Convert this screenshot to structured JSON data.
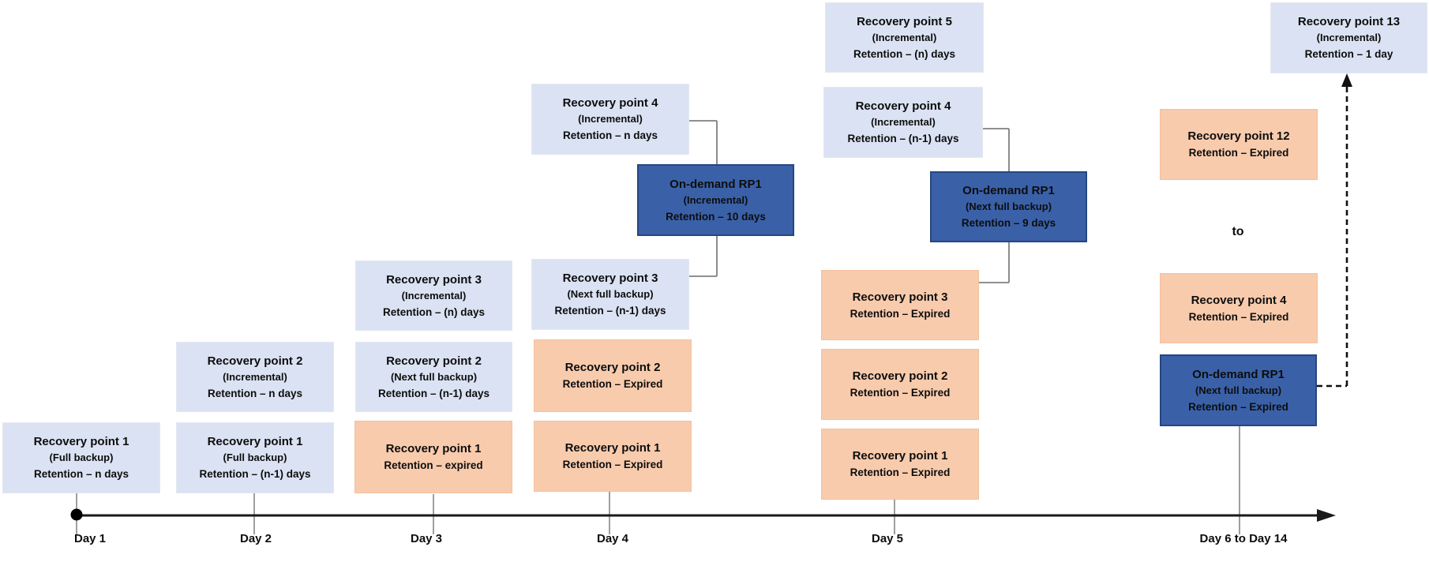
{
  "diagram": {
    "description_type": "backup-retention-timeline",
    "colors": {
      "active_box": "#dbe2f3",
      "expired_box": "#f8cbad",
      "on_demand_box": "#3a61a8",
      "connector_gray": "#7f7f7f",
      "axis_black": "#1a1a1a",
      "text": "#0d0d0d"
    },
    "columns": [
      {
        "day": "Day 1",
        "boxes": [
          {
            "lines": [
              "Recovery point 1",
              "(Full backup)",
              "Retention – n days"
            ]
          }
        ]
      },
      {
        "day": "Day 2",
        "boxes": [
          {
            "lines": [
              "Recovery point 2",
              "(Incremental)",
              "Retention – n days"
            ]
          },
          {
            "lines": [
              "Recovery point 1",
              "(Full backup)",
              "Retention – (n-1) days"
            ]
          }
        ]
      },
      {
        "day": "Day 3",
        "boxes": [
          {
            "lines": [
              "Recovery point 3",
              "(Incremental)",
              "Retention – (n) days"
            ]
          },
          {
            "lines": [
              "Recovery point 2",
              "(Next full backup)",
              "Retention – (n-1) days"
            ]
          },
          {
            "lines": [
              "Recovery point 1",
              "Retention – expired"
            ]
          }
        ]
      },
      {
        "day": "Day 4",
        "boxes": [
          {
            "lines": [
              "Recovery point 4",
              "(Incremental)",
              "Retention – n days"
            ]
          },
          {
            "lines": [
              "On-demand RP1",
              "(Incremental)",
              "Retention – 10 days"
            ]
          },
          {
            "lines": [
              "Recovery point 3",
              "(Next full backup)",
              "Retention – (n-1) days"
            ]
          },
          {
            "lines": [
              "Recovery point 2",
              "Retention – Expired"
            ]
          },
          {
            "lines": [
              "Recovery point 1",
              "Retention – Expired"
            ]
          }
        ]
      },
      {
        "day": "Day 5",
        "boxes": [
          {
            "lines": [
              "Recovery point 5",
              "(Incremental)",
              "Retention – (n) days"
            ]
          },
          {
            "lines": [
              "Recovery point 4",
              "(Incremental)",
              "Retention – (n-1) days"
            ]
          },
          {
            "lines": [
              "On-demand RP1",
              "(Next full backup)",
              "Retention – 9 days"
            ]
          },
          {
            "lines": [
              "Recovery point 3",
              "Retention – Expired"
            ]
          },
          {
            "lines": [
              "Recovery point 2",
              "Retention – Expired"
            ]
          },
          {
            "lines": [
              "Recovery point 1",
              "Retention – Expired"
            ]
          }
        ]
      },
      {
        "day": "Day 6 to Day 14",
        "separator": "to",
        "boxes": [
          {
            "lines": [
              "Recovery point 13",
              "(Incremental)",
              "Retention – 1 day"
            ]
          },
          {
            "lines": [
              "Recovery point 12",
              "Retention – Expired"
            ]
          },
          {
            "lines": [
              "Recovery point 4",
              "Retention – Expired"
            ]
          },
          {
            "lines": [
              "On-demand RP1",
              "(Next full backup)",
              "Retention – Expired"
            ]
          }
        ]
      }
    ]
  }
}
